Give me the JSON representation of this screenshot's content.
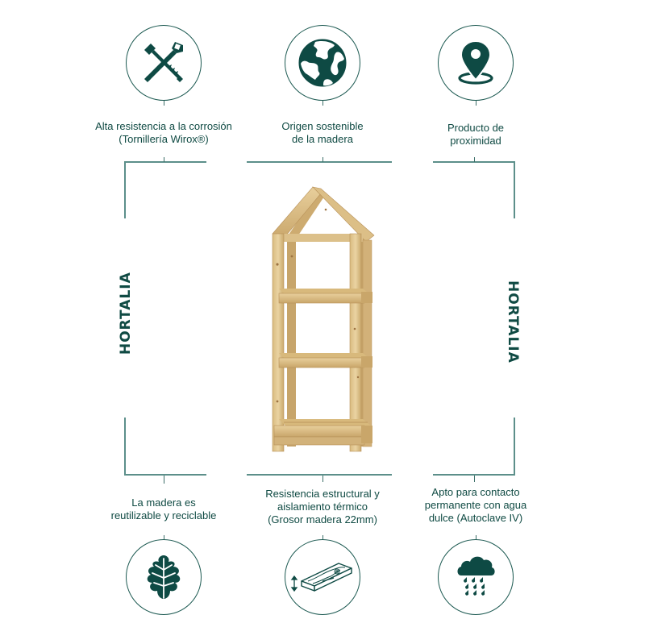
{
  "colors": {
    "primary": "#0f4a43",
    "icon_fill": "#0e4a44",
    "line": "#5c8f8a",
    "wood_light": "#e3c894",
    "wood_mid": "#cfae72",
    "wood_dark": "#a98450"
  },
  "brand": {
    "left_text": "HORTALIA",
    "right_text": "HORTALIA"
  },
  "features_top": [
    {
      "icon": "crossed-screws-icon",
      "lines": [
        "Alta resistencia a la corrosión",
        "(Tornillería Wirox®)"
      ]
    },
    {
      "icon": "globe-icon",
      "lines": [
        "Origen sostenible",
        "de la madera"
      ]
    },
    {
      "icon": "location-pin-icon",
      "lines": [
        "Producto de",
        "proximidad"
      ]
    }
  ],
  "features_bottom": [
    {
      "icon": "oak-leaf-icon",
      "lines": [
        "La madera es",
        "reutilizable y reciclable"
      ]
    },
    {
      "icon": "wood-plank-thickness-icon",
      "lines": [
        "Resistencia estructural y",
        "aislamiento térmico",
        "(Grosor madera 22mm)"
      ]
    },
    {
      "icon": "rain-cloud-icon",
      "lines": [
        "Apto para contacto",
        "permanente con agua",
        "dulce (Autoclave IV)"
      ]
    }
  ],
  "product": {
    "name": "wooden-house-shelf",
    "shelves": 3
  }
}
